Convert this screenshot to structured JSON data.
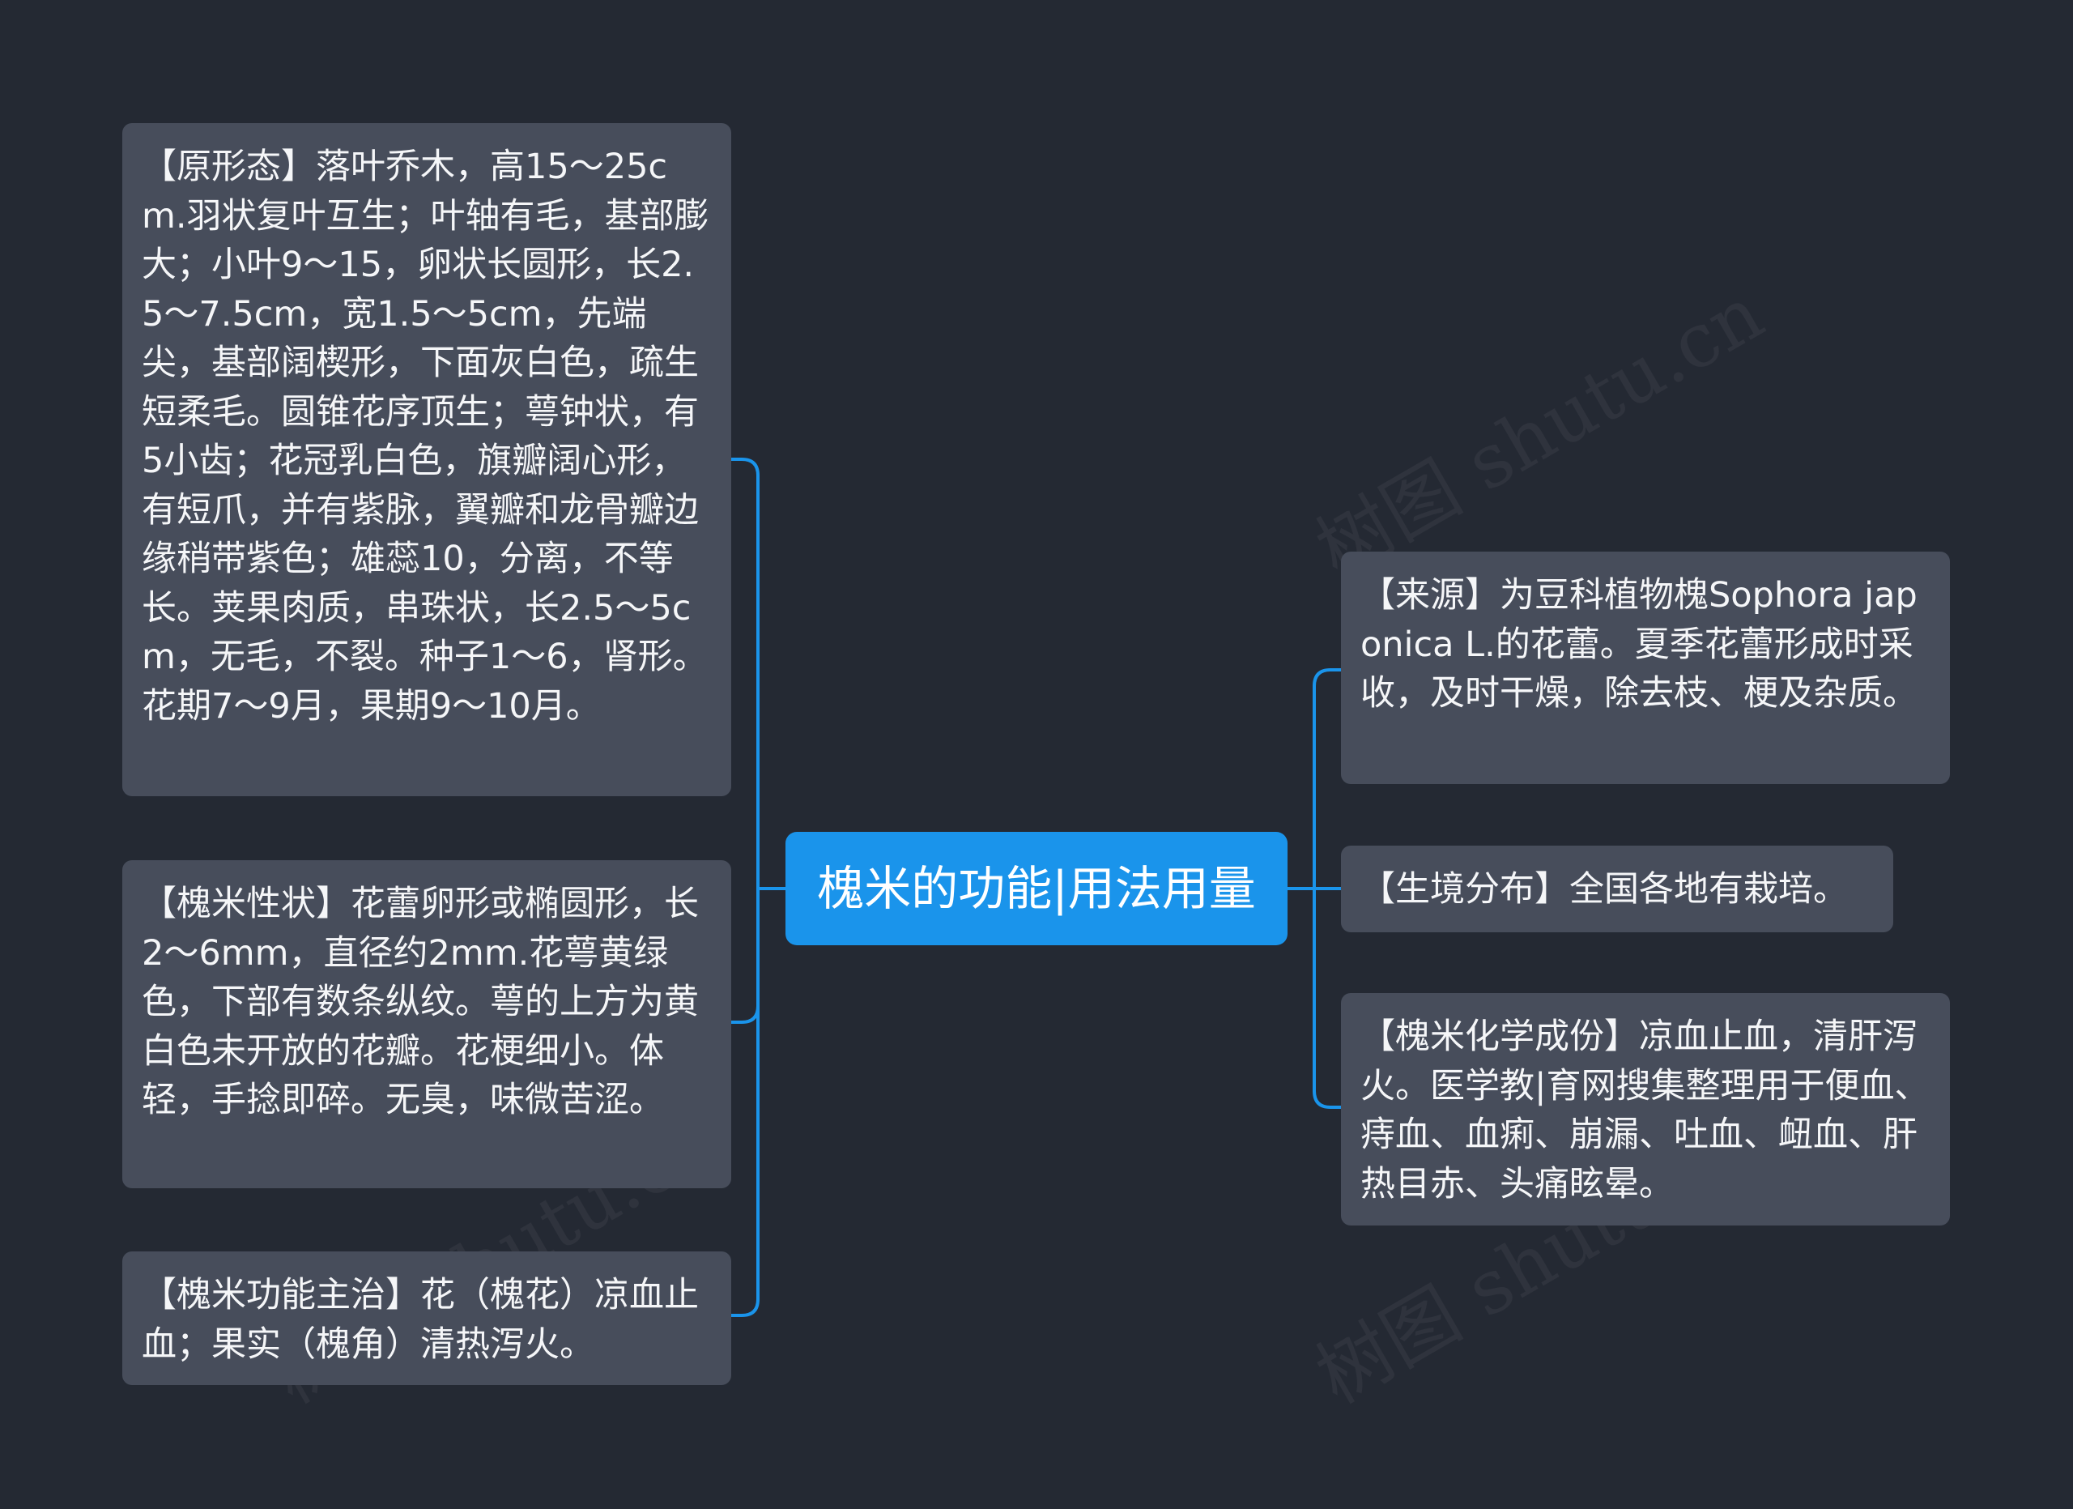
{
  "center": {
    "title": "槐米的功能|用法用量"
  },
  "left_nodes": [
    {
      "text": "【原形态】落叶乔木，高15～25cm.羽状复叶互生；叶轴有毛，基部膨大；小叶9～15，卵状长圆形，长2.5～7.5cm，宽1.5～5cm，先端尖，基部阔楔形，下面灰白色，疏生短柔毛。圆锥花序顶生；萼钟状，有5小齿；花冠乳白色，旗瓣阔心形，有短爪，并有紫脉，翼瓣和龙骨瓣边缘稍带紫色；雄蕊10，分离，不等长。荚果肉质，串珠状，长2.5～5cm，无毛，不裂。种子1～6，肾形。花期7～9月，果期9～10月。"
    },
    {
      "text": "【槐米性状】花蕾卵形或椭圆形，长2～6mm，直径约2mm.花萼黄绿色，下部有数条纵纹。萼的上方为黄白色未开放的花瓣。花梗细小。体轻，手捻即碎。无臭，味微苦涩。"
    },
    {
      "text": "【槐米功能主治】花（槐花）凉血止血；果实（槐角）清热泻火。"
    }
  ],
  "right_nodes": [
    {
      "text": "【来源】为豆科植物槐Sophora japonica L.的花蕾。夏季花蕾形成时采收，及时干燥，除去枝、梗及杂质。"
    },
    {
      "text": "【生境分布】全国各地有栽培。"
    },
    {
      "text": "【槐米化学成份】凉血止血，清肝泻火。医学教|育网搜集整理用于便血、痔血、血痢、崩漏、吐血、衄血、肝热目赤、头痛眩晕。"
    }
  ],
  "watermark": {
    "text": "树图 shutu.cn"
  },
  "colors": {
    "background": "#242933",
    "node": "#474d5b",
    "center": "#1a94eb",
    "connector": "#1a94eb"
  }
}
